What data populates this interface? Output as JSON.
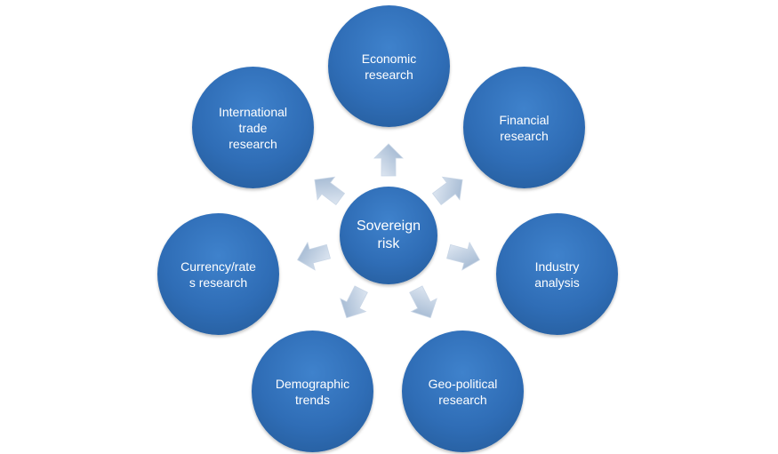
{
  "diagram": {
    "center": {
      "label": "Sovereign\nrisk"
    },
    "nodes": [
      {
        "id": "economic",
        "label": "Economic\nresearch"
      },
      {
        "id": "financial",
        "label": "Financial\nresearch"
      },
      {
        "id": "industry",
        "label": "Industry\nanalysis"
      },
      {
        "id": "geopolitical",
        "label": "Geo-political\nresearch"
      },
      {
        "id": "demographic",
        "label": "Demographic\ntrends"
      },
      {
        "id": "currency",
        "label": "Currency/rate\ns research"
      },
      {
        "id": "trade",
        "label": "International\ntrade\nresearch"
      }
    ],
    "colors": {
      "node_fill": "#2f6db6",
      "node_text": "#ffffff",
      "arrow_light": "#dde6f1",
      "arrow_dark": "#9fb5cf"
    }
  }
}
